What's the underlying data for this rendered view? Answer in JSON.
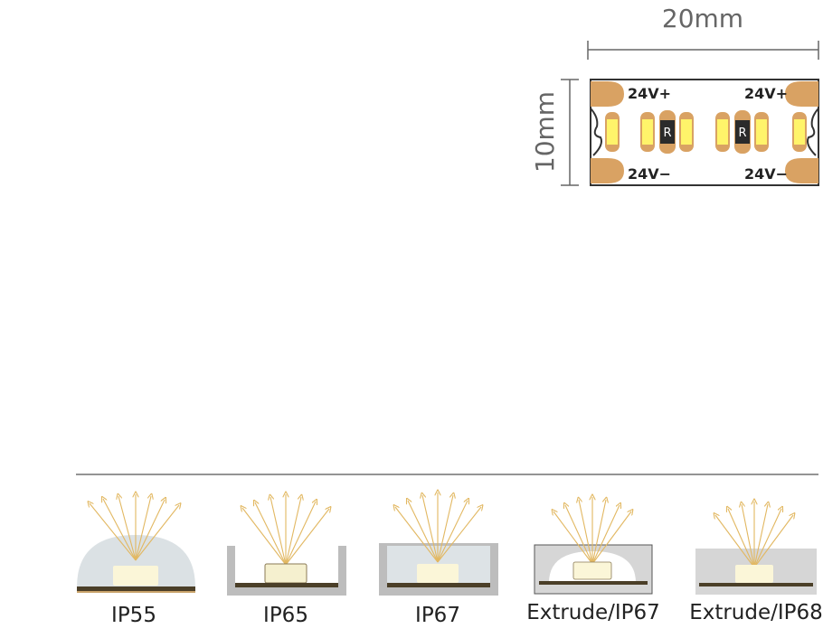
{
  "strip": {
    "width_label": "20mm",
    "height_label": "10mm",
    "pad_labels": {
      "top_left": "24V+",
      "top_right": "24V+",
      "bottom_left": "24V−",
      "bottom_right": "24V−"
    },
    "resistor_label": "R"
  },
  "ip_ratings": [
    {
      "label": "IP55",
      "style": "dome"
    },
    {
      "label": "IP65",
      "style": "channel"
    },
    {
      "label": "IP67",
      "style": "filled-channel"
    },
    {
      "label": "Extrude/IP67",
      "style": "extrude-dome"
    },
    {
      "label": "Extrude/IP68",
      "style": "extrude-block"
    }
  ],
  "colors": {
    "ray": "#e8c67a",
    "led_fill": "#fbf6d8",
    "base_dark": "#4b3f28",
    "base_light": "#c9a36a",
    "copper_pad": "#d9a263",
    "led_yellow": "#fff46a",
    "dome": "#dbe1e4",
    "channel": "#bdbdbd",
    "line": "#555555"
  }
}
